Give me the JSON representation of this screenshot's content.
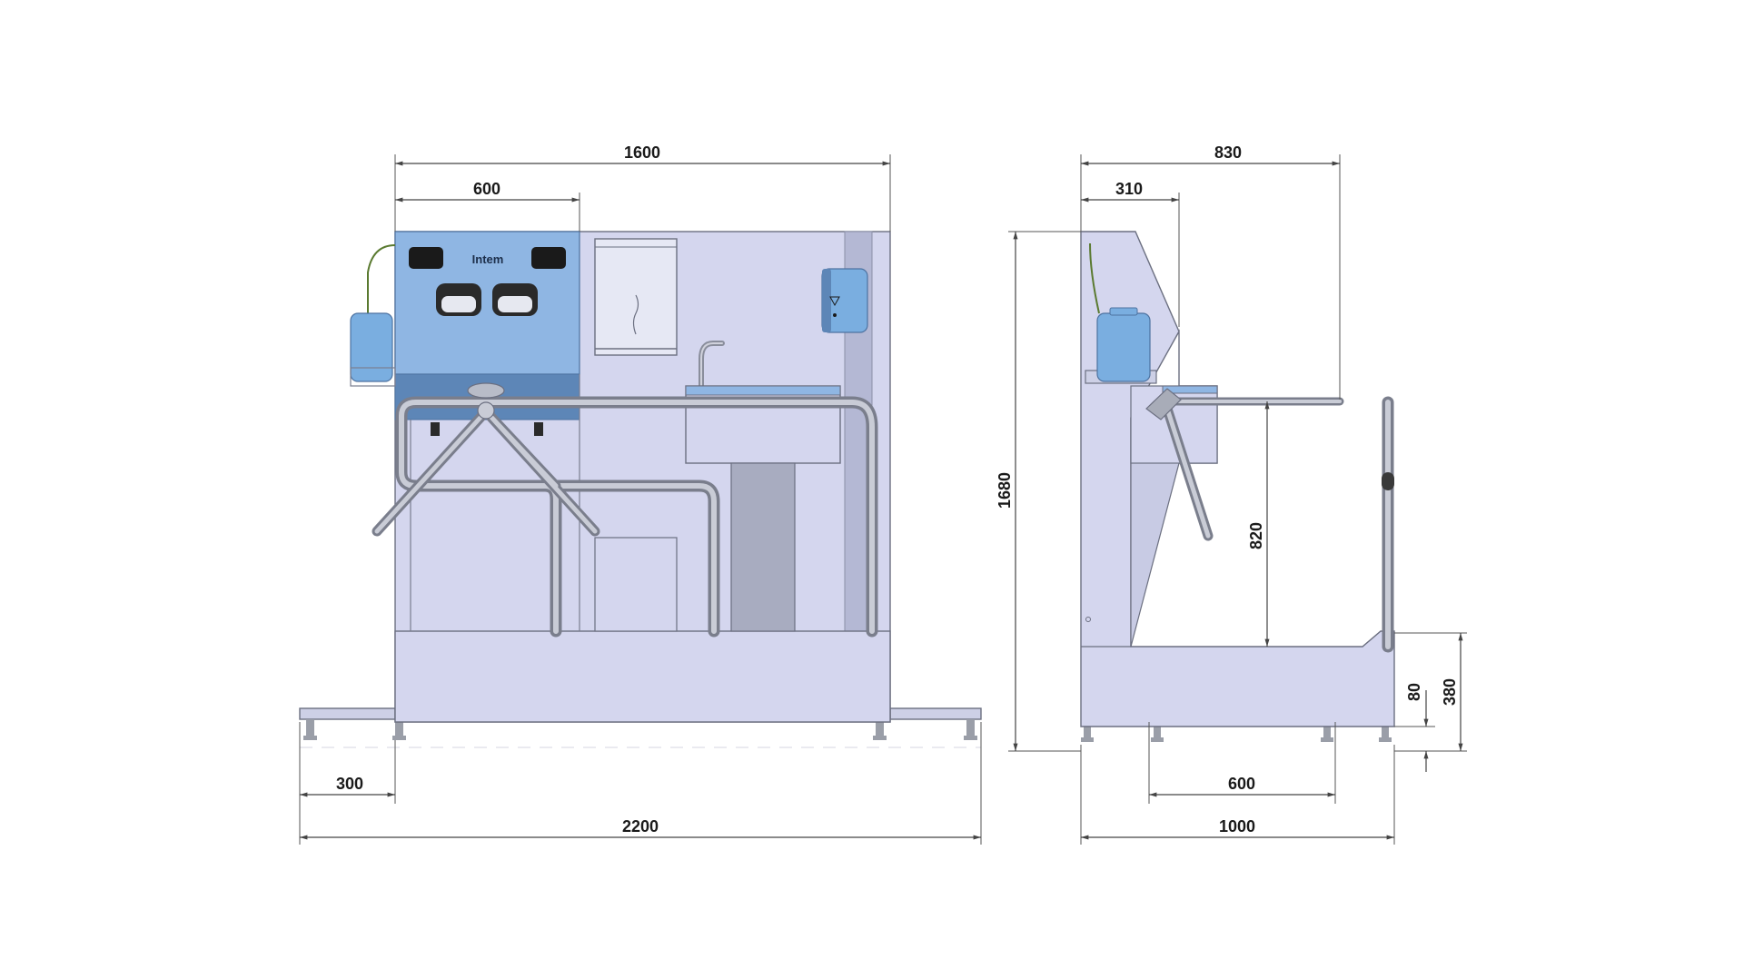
{
  "dimensions": {
    "front_total_width": "1600",
    "front_module_width": "600",
    "front_side_offset": "300",
    "front_overall_width": "2200",
    "height_total": "1680",
    "side_total_depth": "830",
    "side_upper_depth": "310",
    "side_rail_height": "820",
    "side_base_height": "380",
    "side_step_height": "80",
    "side_step_width": "600",
    "side_overall_depth": "1000"
  },
  "logo": {
    "text": "Intem"
  },
  "colors": {
    "frame_fill": "#d4d6ee",
    "frame_side_fill": "#b8bcd8",
    "panel_blue": "#8fb6e3",
    "panel_blue_dark": "#5d86b7",
    "tank_blue": "#7aaee0",
    "tube": "#a8acb8",
    "leg": "#9a9ea8",
    "dimension_line": "#444444"
  }
}
